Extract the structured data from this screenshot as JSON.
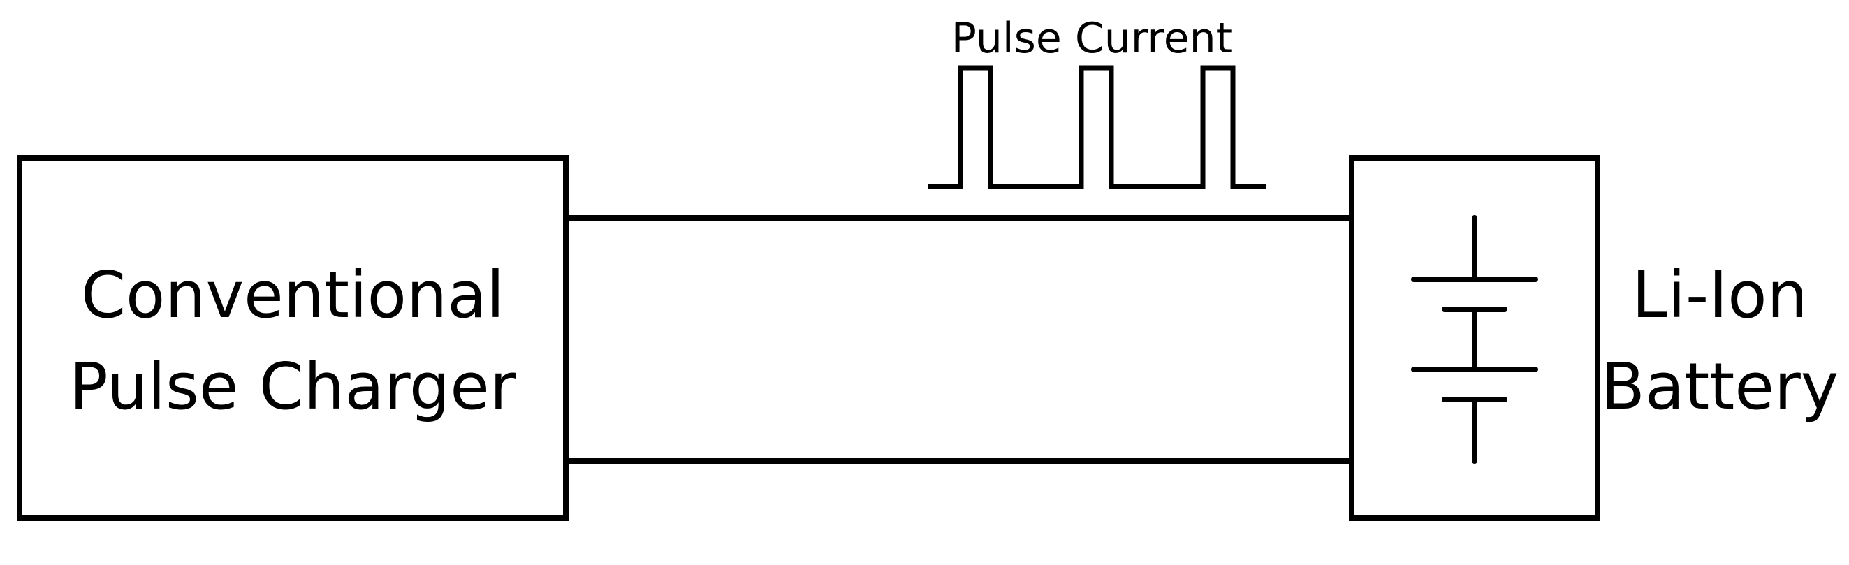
{
  "charger": {
    "line1": "Conventional",
    "line2": "Pulse Charger"
  },
  "battery": {
    "line1": "Li-Ion",
    "line2": "Battery",
    "symbol_icon": "battery-cells-icon"
  },
  "waveform": {
    "label": "Pulse Current",
    "icon": "pulse-train-icon"
  },
  "colors": {
    "stroke": "#000000",
    "background": "#ffffff"
  }
}
